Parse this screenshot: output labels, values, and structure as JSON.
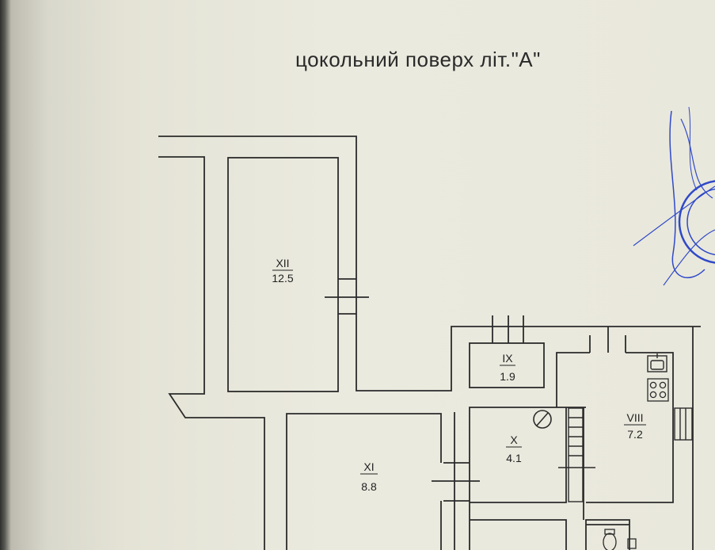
{
  "title": "цокольний поверх  літ.\"А\"",
  "rooms": [
    {
      "id": "XII",
      "area": "12.5"
    },
    {
      "id": "XI",
      "area": "8.8"
    },
    {
      "id": "IX",
      "area": "1.9"
    },
    {
      "id": "X",
      "area": "4.1"
    },
    {
      "id": "VIII",
      "area": "7.2"
    }
  ],
  "colors": {
    "line": "#2b2b2b",
    "stamp": "#2f49c9",
    "paper": "#e9e8dc"
  },
  "icons": [
    "stamp-seal-icon",
    "sink-icon",
    "stove-icon",
    "toilet-icon",
    "no-entry-icon",
    "stairs-icon"
  ]
}
